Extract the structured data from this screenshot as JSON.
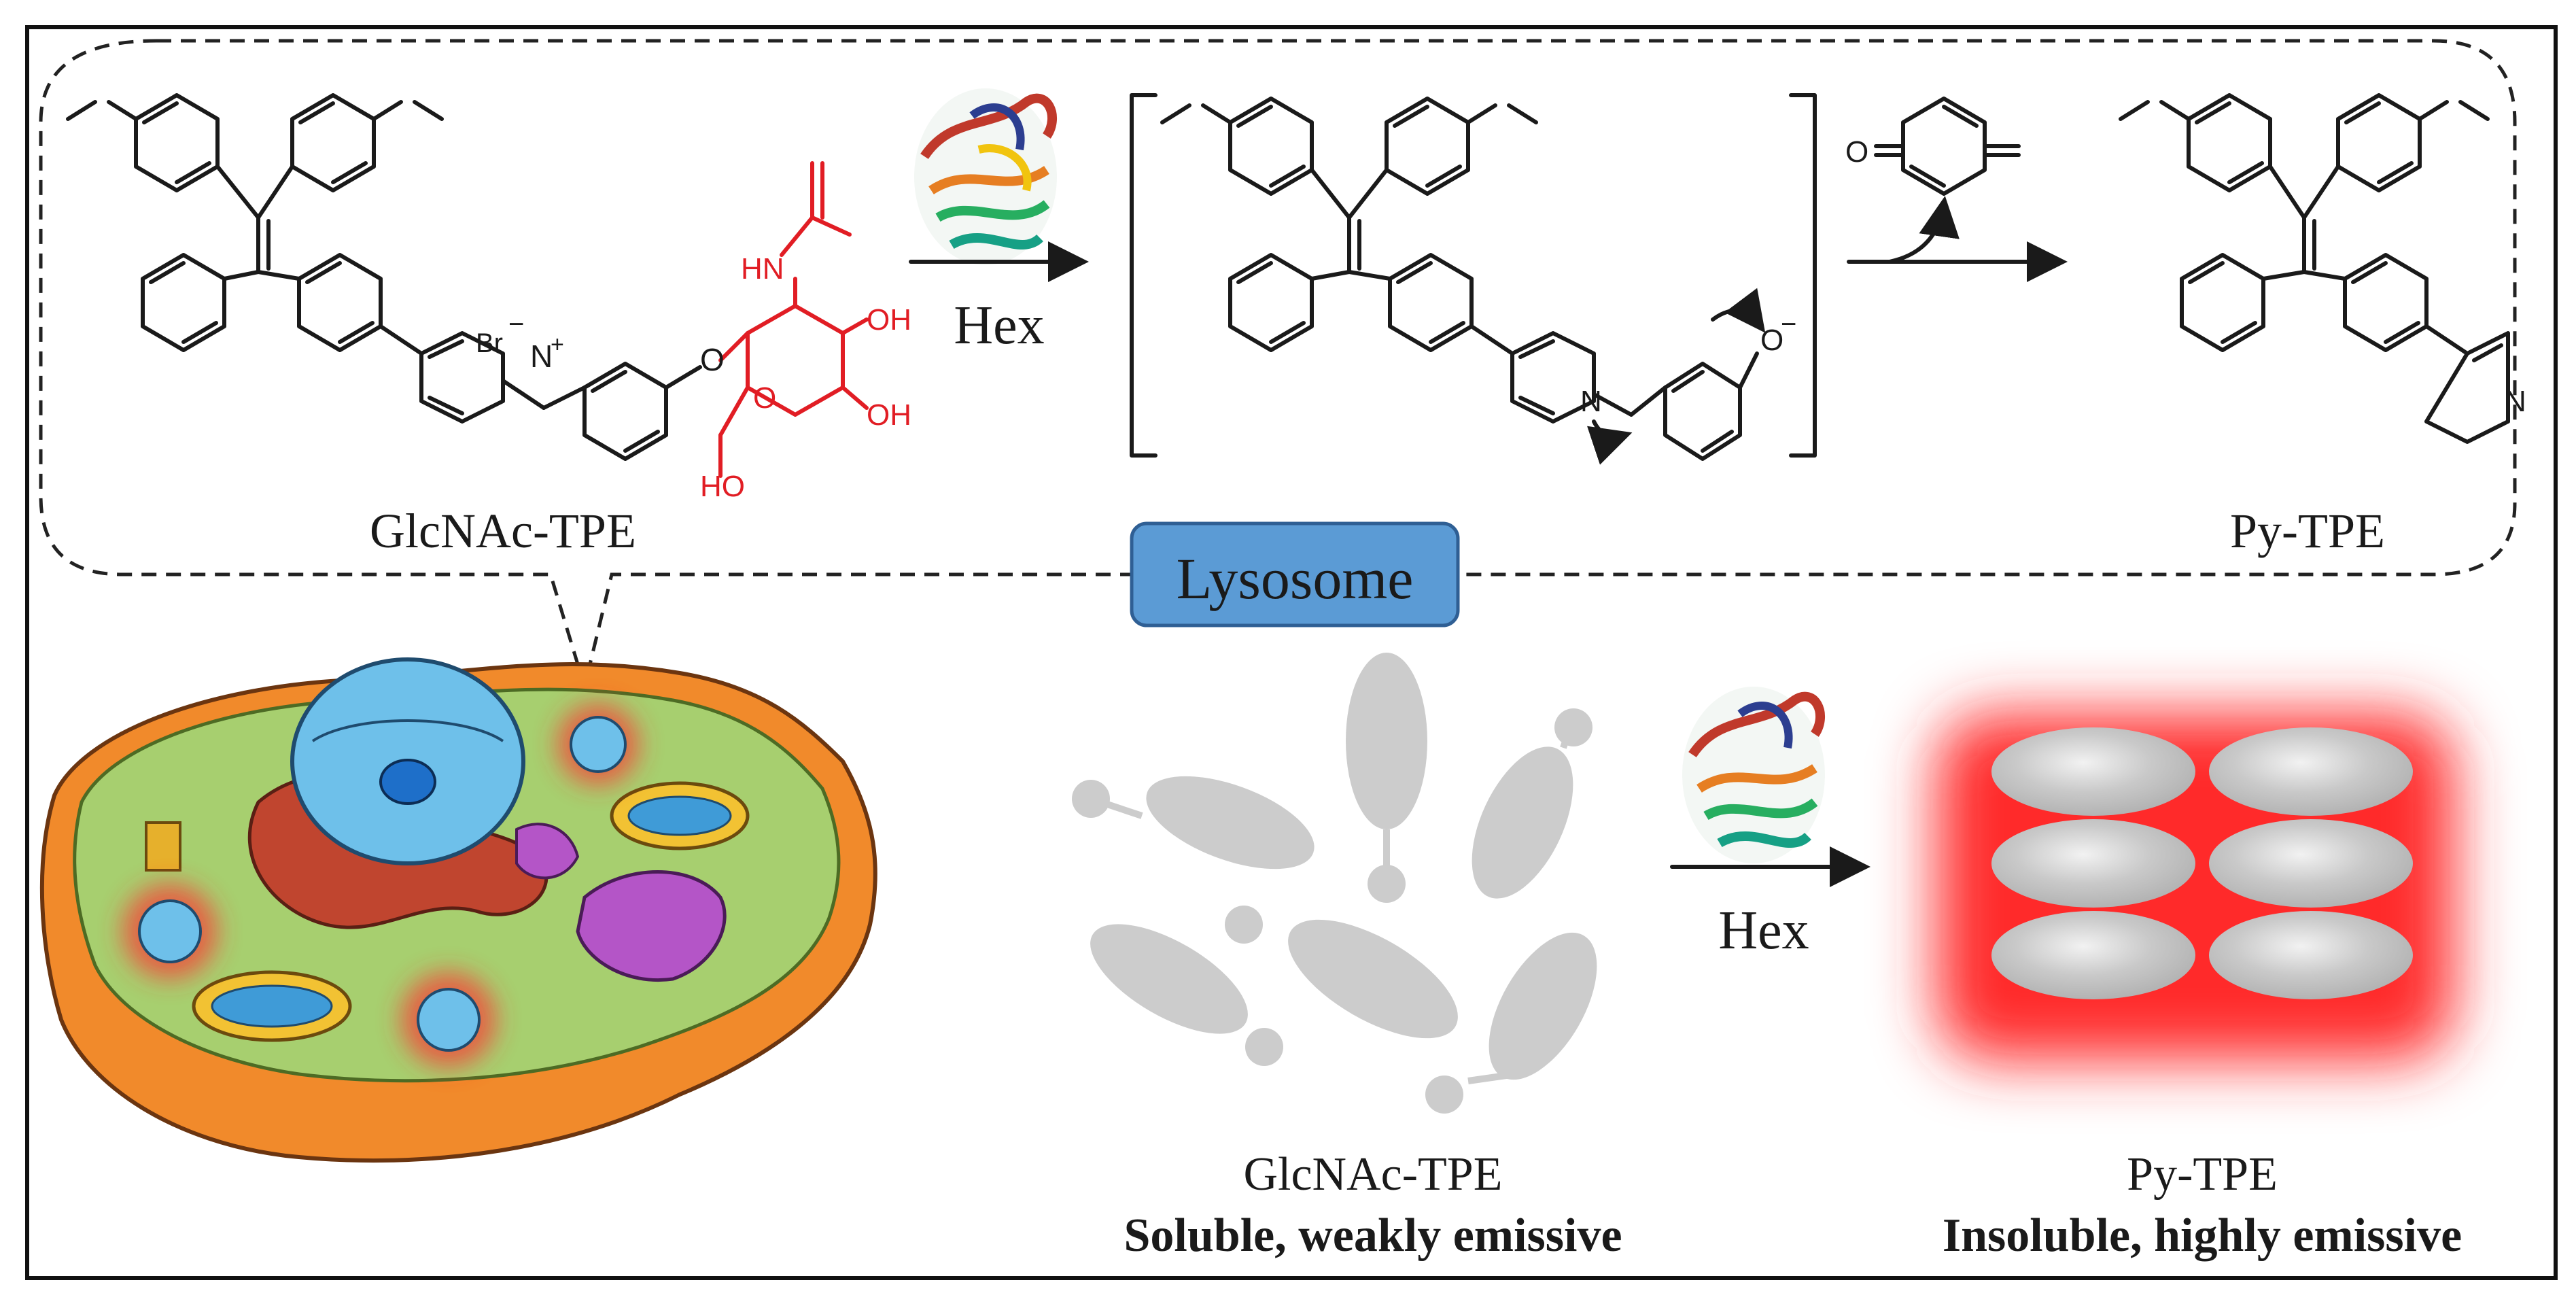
{
  "scheme": {
    "enzyme_label": "Hex",
    "enzyme_label_lower": "Hex",
    "container_label": "Lysosome",
    "compounds": {
      "probe": "GlcNAc-TPE",
      "product": "Py-TPE"
    },
    "atoms": {
      "counterion": "Br",
      "counterion_charge": "−",
      "n_plus": "N",
      "plus": "+",
      "n_pyridine": "N",
      "o_link": "O",
      "hn": "HN",
      "oh1": "OH",
      "oh2": "OH",
      "ho": "HO",
      "o_ring": "O",
      "o_phenoxide": "O",
      "minus": "−",
      "o_quinone": "O"
    }
  },
  "bottom": {
    "left_name": "GlcNAc-TPE",
    "left_desc": "Soluble, weakly emissive",
    "right_name": "Py-TPE",
    "right_desc": "Insoluble, highly emissive"
  },
  "colors": {
    "sugar_red": "#e11d24",
    "lysosome_box": "#5b9bd5",
    "emission_glow": "#ff2a2a",
    "particle_grey": "#c8c8c8",
    "cytoplasm": "#a7cf6f",
    "membrane": "#f18a2b",
    "nucleus": "#6ec0ea",
    "golgi": "#b455c7",
    "er": "#c0452f",
    "mito": "#f2c233"
  },
  "icons": [
    "enzyme-ribbon-icon",
    "cell-illustration",
    "lysosome-icon"
  ]
}
